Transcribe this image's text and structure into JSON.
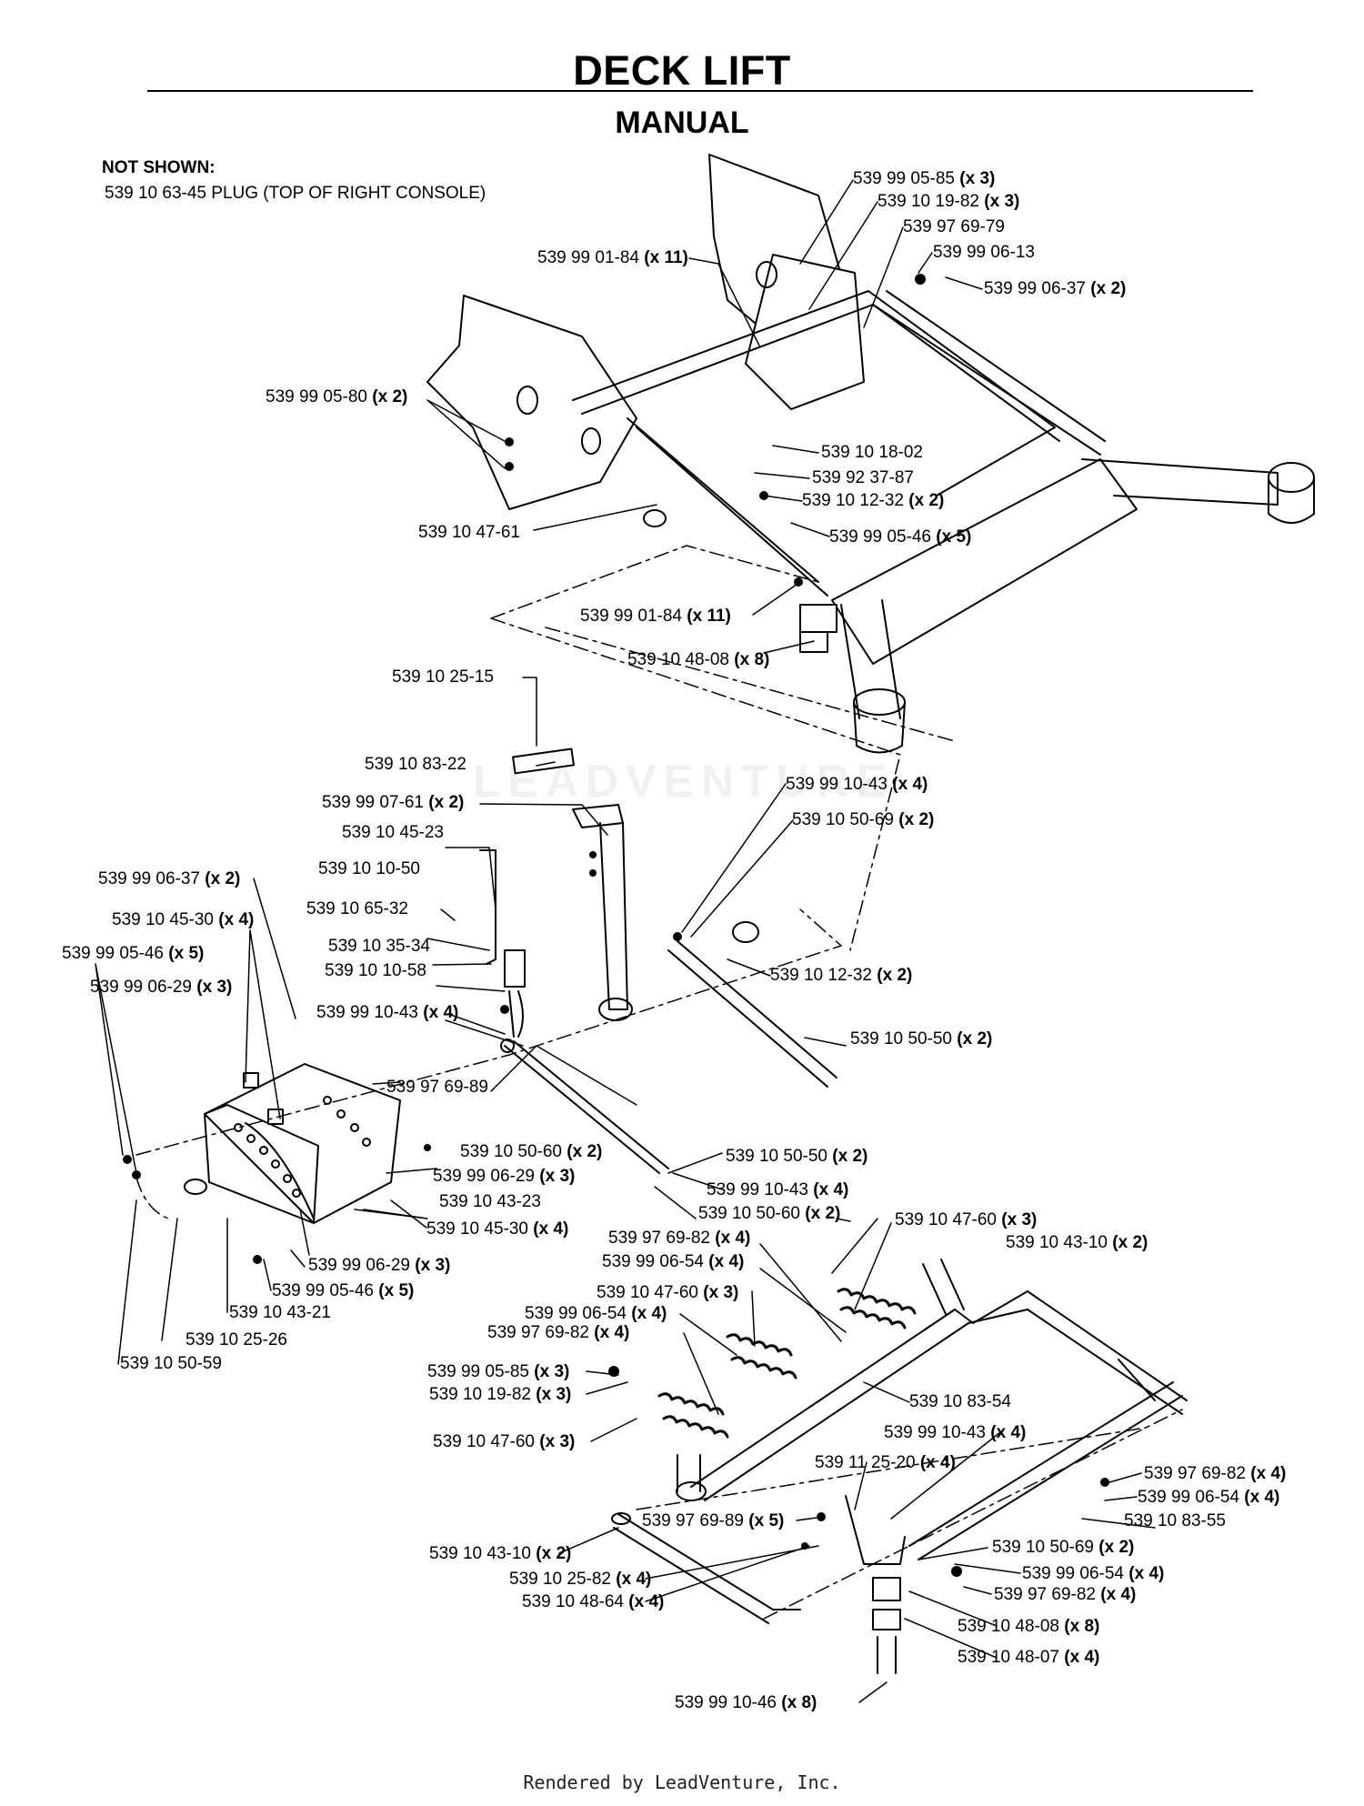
{
  "header": {
    "title": "DECK LIFT",
    "subtitle": "MANUAL"
  },
  "not_shown": {
    "heading": "NOT SHOWN:",
    "items": [
      "539 10 63-45  PLUG (TOP OF RIGHT CONSOLE)"
    ]
  },
  "footer": "Rendered by LeadVenture, Inc.",
  "watermark": "LEADVENTURE",
  "callouts": [
    {
      "id": "c0",
      "part": "539 99 05-85",
      "qty": "(x 3)"
    },
    {
      "id": "c1",
      "part": "539 10 19-82",
      "qty": "(x 3)"
    },
    {
      "id": "c2",
      "part": "539 97 69-79",
      "qty": ""
    },
    {
      "id": "c3",
      "part": "539 99 06-13",
      "qty": ""
    },
    {
      "id": "c4",
      "part": "539 99 06-37",
      "qty": "(x 2)"
    },
    {
      "id": "c5",
      "part": "539 99 01-84",
      "qty": "(x 11)"
    },
    {
      "id": "c6",
      "part": "539 99 05-80",
      "qty": "(x 2)"
    },
    {
      "id": "c7",
      "part": "539 10 18-02",
      "qty": ""
    },
    {
      "id": "c8",
      "part": "539 92 37-87",
      "qty": ""
    },
    {
      "id": "c9",
      "part": "539 10 12-32",
      "qty": "(x 2)"
    },
    {
      "id": "c10",
      "part": "539 10 47-61",
      "qty": ""
    },
    {
      "id": "c11",
      "part": "539 99 05-46",
      "qty": "(x 5)"
    },
    {
      "id": "c12",
      "part": "539 99 01-84",
      "qty": "(x 11)"
    },
    {
      "id": "c13",
      "part": "539 10 48-08",
      "qty": "(x 8)"
    },
    {
      "id": "c14",
      "part": "539 10 25-15",
      "qty": ""
    },
    {
      "id": "c15",
      "part": "539 10 83-22",
      "qty": ""
    },
    {
      "id": "c16",
      "part": "539 99 10-43",
      "qty": "(x 4)"
    },
    {
      "id": "c17",
      "part": "539 99 07-61",
      "qty": "(x 2)"
    },
    {
      "id": "c18",
      "part": "539 10 50-69",
      "qty": "(x 2)"
    },
    {
      "id": "c19",
      "part": "539 10 45-23",
      "qty": ""
    },
    {
      "id": "c20",
      "part": "539 99 06-37",
      "qty": "(x 2)"
    },
    {
      "id": "c21",
      "part": "539 10 10-50",
      "qty": ""
    },
    {
      "id": "c22",
      "part": "539 10 45-30",
      "qty": "(x 4)"
    },
    {
      "id": "c23",
      "part": "539 10 65-32",
      "qty": ""
    },
    {
      "id": "c24",
      "part": "539 99 05-46",
      "qty": "(x 5)"
    },
    {
      "id": "c25",
      "part": "539 10 35-34",
      "qty": ""
    },
    {
      "id": "c26",
      "part": "539 10 12-32",
      "qty": "(x 2)"
    },
    {
      "id": "c27",
      "part": "539 99 06-29",
      "qty": "(x 3)"
    },
    {
      "id": "c28",
      "part": "539 10 10-58",
      "qty": ""
    },
    {
      "id": "c29",
      "part": "539 99 10-43",
      "qty": "(x 4)"
    },
    {
      "id": "c30",
      "part": "539 10 50-50",
      "qty": "(x 2)"
    },
    {
      "id": "c31",
      "part": "539 97 69-89",
      "qty": ""
    },
    {
      "id": "c32",
      "part": "539 10 50-60",
      "qty": "(x 2)"
    },
    {
      "id": "c33",
      "part": "539 10 50-50",
      "qty": "(x 2)"
    },
    {
      "id": "c34",
      "part": "539 99 06-29",
      "qty": "(x 3)"
    },
    {
      "id": "c35",
      "part": "539 99 10-43",
      "qty": "(x 4)"
    },
    {
      "id": "c36",
      "part": "539 10 43-23",
      "qty": ""
    },
    {
      "id": "c37",
      "part": "539 10 50-60",
      "qty": "(x 2)"
    },
    {
      "id": "c38",
      "part": "539 10 47-60",
      "qty": "(x 3)"
    },
    {
      "id": "c39",
      "part": "539 10 45-30",
      "qty": "(x 4)"
    },
    {
      "id": "c40",
      "part": "539 97 69-82",
      "qty": "(x 4)"
    },
    {
      "id": "c41",
      "part": "539 10 43-10",
      "qty": "(x 2)"
    },
    {
      "id": "c42",
      "part": "539 99 06-29",
      "qty": "(x 3)"
    },
    {
      "id": "c43",
      "part": "539 99 06-54",
      "qty": "(x 4)"
    },
    {
      "id": "c44",
      "part": "539 99 05-46",
      "qty": "(x 5)"
    },
    {
      "id": "c45",
      "part": "539 10 47-60",
      "qty": "(x 3)"
    },
    {
      "id": "c46",
      "part": "539 10 43-21",
      "qty": ""
    },
    {
      "id": "c47",
      "part": "539 99 06-54",
      "qty": "(x 4)"
    },
    {
      "id": "c48",
      "part": "539 10 25-26",
      "qty": ""
    },
    {
      "id": "c49",
      "part": "539 97 69-82",
      "qty": "(x 4)"
    },
    {
      "id": "c50",
      "part": "539 10 50-59",
      "qty": ""
    },
    {
      "id": "c51",
      "part": "539 99 05-85",
      "qty": "(x 3)"
    },
    {
      "id": "c52",
      "part": "539 10 83-54",
      "qty": ""
    },
    {
      "id": "c53",
      "part": "539 10 19-82",
      "qty": "(x 3)"
    },
    {
      "id": "c54",
      "part": "539 10 47-60",
      "qty": "(x 3)"
    },
    {
      "id": "c55",
      "part": "539 99 10-43",
      "qty": "(x 4)"
    },
    {
      "id": "c56",
      "part": "539 11 25-20",
      "qty": "(x 4)"
    },
    {
      "id": "c57",
      "part": "539 97 69-82",
      "qty": "(x 4)"
    },
    {
      "id": "c58",
      "part": "539 99 06-54",
      "qty": "(x 4)"
    },
    {
      "id": "c59",
      "part": "539 97 69-89",
      "qty": "(x 5)"
    },
    {
      "id": "c60",
      "part": "539 10 83-55",
      "qty": ""
    },
    {
      "id": "c61",
      "part": "539 10 43-10",
      "qty": "(x 2)"
    },
    {
      "id": "c62",
      "part": "539 10 50-69",
      "qty": "(x 2)"
    },
    {
      "id": "c63",
      "part": "539 10 25-82",
      "qty": "(x 4)"
    },
    {
      "id": "c64",
      "part": "539 99 06-54",
      "qty": "(x 4)"
    },
    {
      "id": "c65",
      "part": "539 10 48-64",
      "qty": "(x 4)"
    },
    {
      "id": "c66",
      "part": "539 97 69-82",
      "qty": "(x 4)"
    },
    {
      "id": "c67",
      "part": "539 10 48-08",
      "qty": "(x 8)"
    },
    {
      "id": "c68",
      "part": "539 10 48-07",
      "qty": "(x 4)"
    },
    {
      "id": "c69",
      "part": "539 99 10-46",
      "qty": "(x 8)"
    }
  ]
}
